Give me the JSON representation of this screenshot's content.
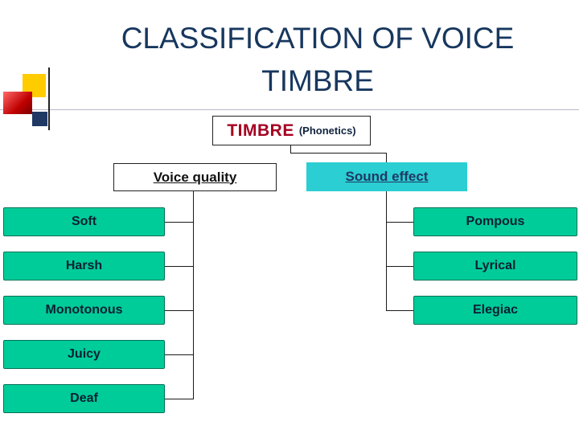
{
  "slide": {
    "title": {
      "line1": "CLASSIFICATION OF VOICE",
      "line2": "TIMBRE"
    }
  },
  "diagram": {
    "root": {
      "label": "TIMBRE",
      "sublabel": "(Phonetics)"
    },
    "left_branch": {
      "label": "Voice quality",
      "items": [
        "Soft",
        "Harsh",
        "Monotonous",
        "Juicy",
        "Deaf"
      ]
    },
    "right_branch": {
      "label": "Sound effect",
      "items": [
        "Pompous",
        "Lyrical",
        "Elegiac"
      ]
    }
  },
  "colors": {
    "title": "#17375E",
    "timbre-red": "#A50021",
    "node-green": "#00CC99",
    "branch-cyan": "#2BCED2",
    "line": "#1a1a1a",
    "accent-yellow": "#FFCC00",
    "accent-red": "#C00000",
    "accent-navy": "#1F3864"
  }
}
